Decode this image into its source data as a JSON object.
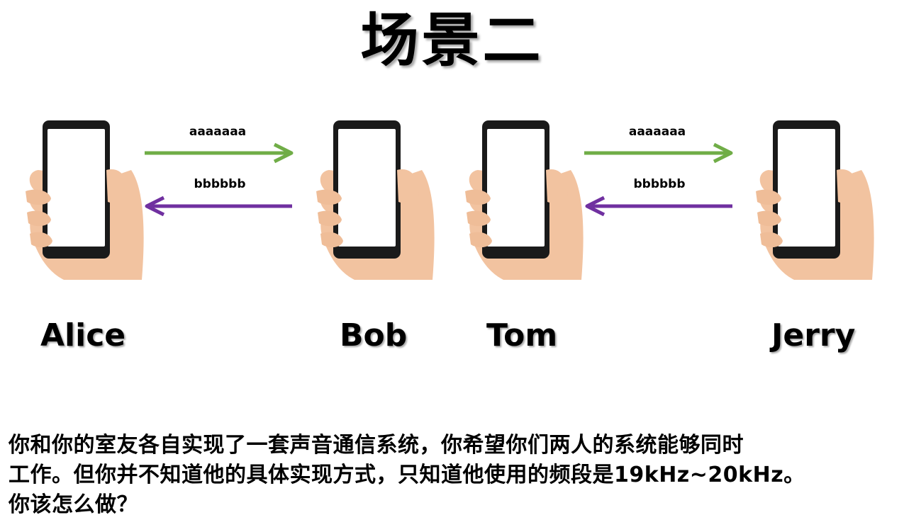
{
  "title": "场景二",
  "devices": [
    {
      "name": "Alice"
    },
    {
      "name": "Bob"
    },
    {
      "name": "Tom"
    },
    {
      "name": "Jerry"
    }
  ],
  "links": [
    {
      "forward_label": "aaaaaaa",
      "backward_label": "bbbbbb"
    },
    {
      "forward_label": "aaaaaaa",
      "backward_label": "bbbbbb"
    }
  ],
  "colors": {
    "forward_arrow": "#70ad47",
    "backward_arrow": "#7030a0"
  },
  "icons": [
    "hand-holding-phone-icon",
    "arrow-right-icon",
    "arrow-left-icon"
  ],
  "description": {
    "line1": "你和你的室友各自实现了一套声音通信系统，你希望你们两人的系统能够同时",
    "line2": "工作。但你并不知道他的具体实现方式，只知道他使用的频段是19kHz~20kHz。",
    "line3": "你该怎么做？"
  }
}
